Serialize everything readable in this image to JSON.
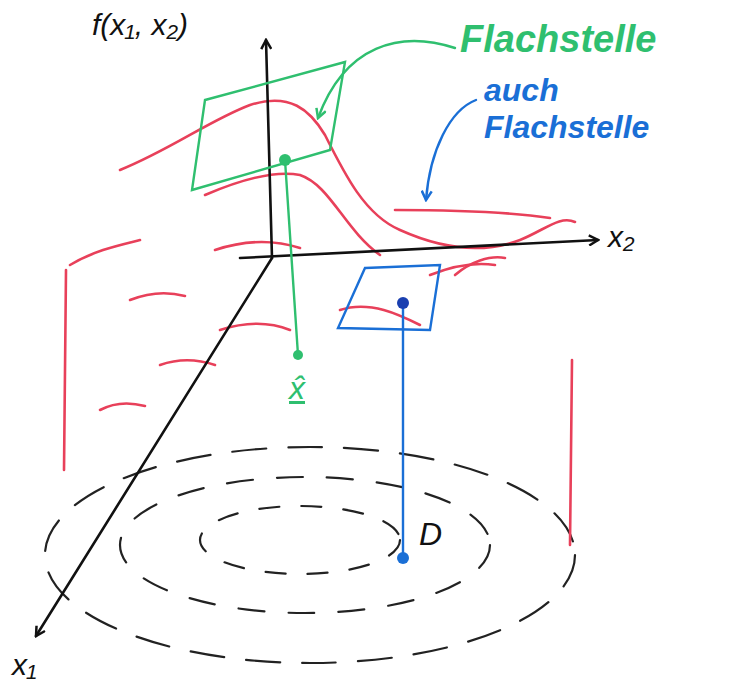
{
  "diagram": {
    "labels": [
      "f(x₁, x₂)",
      "Flachstelle",
      "auch Flachstelle",
      "x₂",
      "x₁",
      "x̂",
      "D"
    ]
  }
}
